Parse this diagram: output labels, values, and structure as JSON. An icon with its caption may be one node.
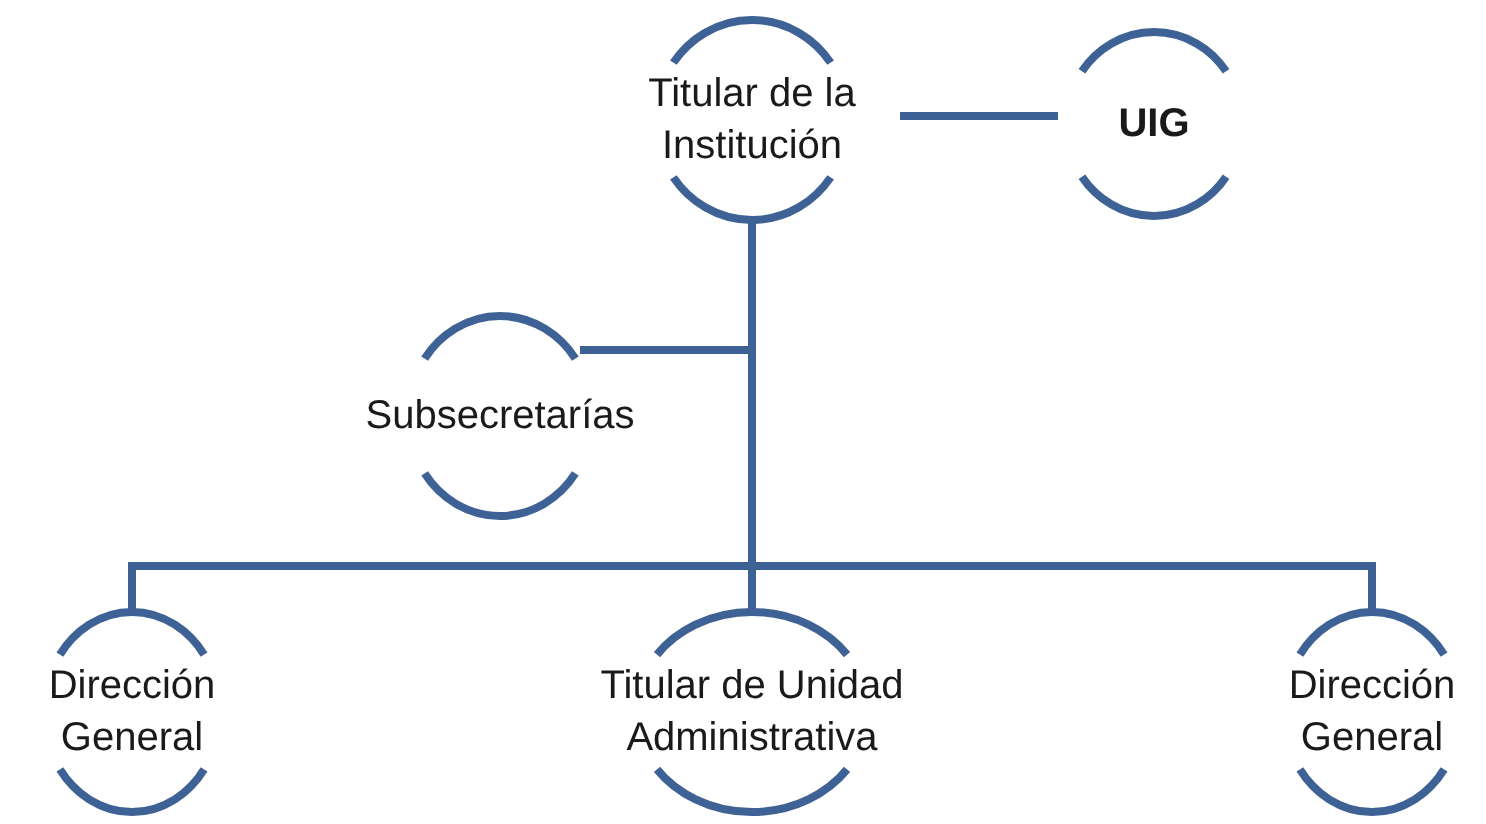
{
  "diagram": {
    "nodes": [
      {
        "text": [
          "Titular de la Institución"
        ]
      },
      {
        "text": [
          "UIG"
        ]
      },
      {
        "text": [
          "Subsecretarías"
        ]
      },
      {
        "text": [
          "Dirección General"
        ]
      },
      {
        "text": [
          "Titular de Unidad Administrativa"
        ]
      },
      {
        "text": [
          "Dirección General"
        ]
      }
    ],
    "edges": [
      {
        "from": 0,
        "to": 1,
        "arrow": "none"
      },
      {
        "from": 0,
        "to": 2,
        "arrow": "none"
      },
      {
        "from": 0,
        "to": 3,
        "arrow": "none"
      },
      {
        "from": 0,
        "to": 4,
        "arrow": "none"
      },
      {
        "from": 0,
        "to": 5,
        "arrow": "none"
      }
    ]
  }
}
